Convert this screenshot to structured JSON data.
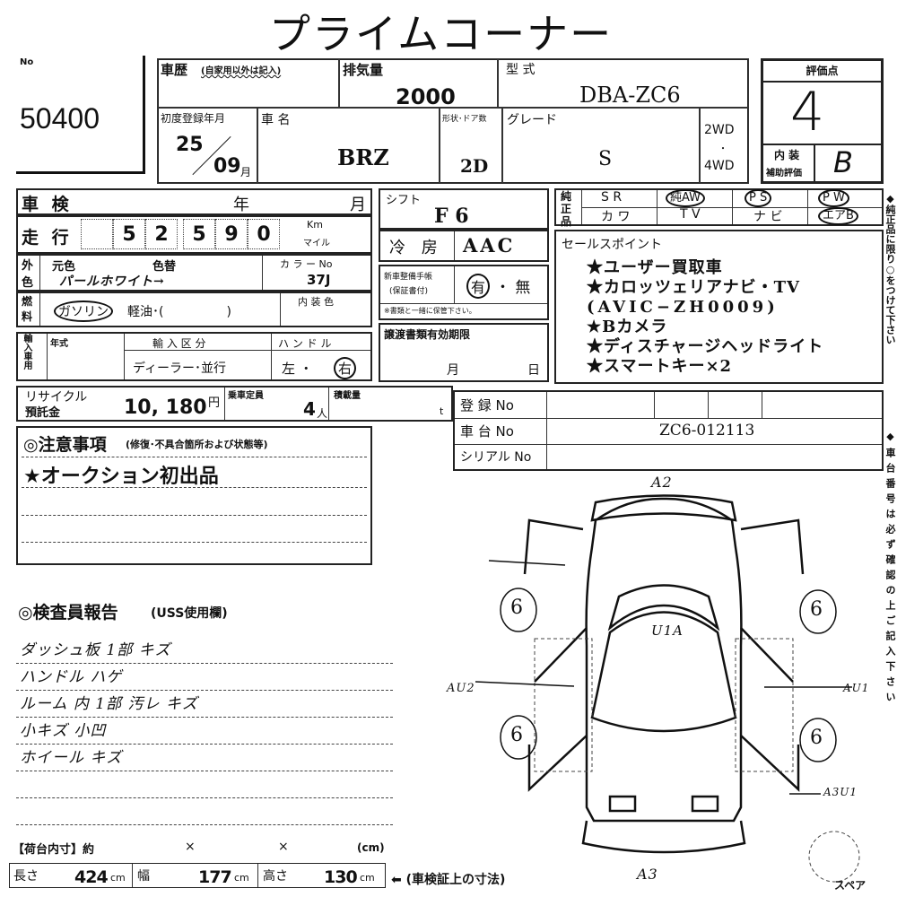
{
  "title": "プライムコーナー",
  "lot": {
    "no_label": "No",
    "number": "50400"
  },
  "top": {
    "history_label": "車歴",
    "history_note": "(自家用以外は記入)",
    "displacement_label": "排気量",
    "displacement": "2000",
    "model_code_label": "型 式",
    "model_code": "DBA-ZC6",
    "first_reg_label": "初度登録年月",
    "first_reg_year": "25",
    "first_reg_month": "09",
    "month_unit": "月",
    "car_name_label": "車 名",
    "car_name": "BRZ",
    "body_label": "形状･ドア数",
    "body": "2D",
    "grade_label": "グレード",
    "grade": "S",
    "drive_2wd": "2WD",
    "drive_dot": "・",
    "drive_4wd": "4WD"
  },
  "score": {
    "header": "評価点",
    "value": "4",
    "interior_label_1": "内 装",
    "interior_label_2": "補助評価",
    "interior": "B"
  },
  "left": {
    "shaken_label": "車 検",
    "year_unit": "年",
    "month_unit": "月",
    "mileage_label": "走 行",
    "mileage_digits": [
      "",
      "5",
      "2",
      "5",
      "9",
      "0"
    ],
    "km": "Km",
    "mile": "マイル",
    "color_side_1": "外",
    "color_side_2": "色",
    "orig_color_label": "元色",
    "repaint_label": "色替",
    "color": "パールホワイト→",
    "color_no_label": "カ ラ ー No",
    "color_no": "37J",
    "fuel_side_1": "燃",
    "fuel_side_2": "料",
    "fuel_gas": "ガソリン",
    "fuel_rest": "軽油･(　　　　　)",
    "interior_color_label": "内 装 色",
    "import_side": "輸入車用",
    "import_year_label": "年式",
    "import_type_label": "輸 入 区 分",
    "import_type": "ディーラー･並行",
    "handle_label": "ハ ン ド ル",
    "handle_left": "左 ・",
    "handle_right": "右",
    "recycle_label_1": "リサイクル",
    "recycle_label_2": "預託金",
    "recycle": "10, 180",
    "yen": "円",
    "capacity_label": "乗車定員",
    "capacity": "4",
    "capacity_unit": "人",
    "load_label": "積載量",
    "load_unit": "t"
  },
  "mid": {
    "shift_label": "シフト",
    "shift": "F 6",
    "ac_label": "冷 房",
    "ac": "AAC",
    "book_label_1": "新車整備手帳",
    "book_label_2": "(保証書付)",
    "book_yes": "有",
    "book_no": "・ 無",
    "book_note": "※書類と一緒に保管下さい。",
    "transfer_label": "譲渡書類有効期限",
    "transfer_month": "月",
    "transfer_day": "日"
  },
  "genuine": {
    "side": "純正品",
    "items": [
      {
        "label": "S R",
        "circled": false
      },
      {
        "label": "純AW",
        "circled": true
      },
      {
        "label": "P S",
        "circled": true
      },
      {
        "label": "P W",
        "circled": true
      },
      {
        "label": "カ ワ",
        "circled": false
      },
      {
        "label": "T V",
        "circled": false
      },
      {
        "label": "ナ ビ",
        "circled": false
      },
      {
        "label": "エアB",
        "circled": true
      }
    ]
  },
  "sales": {
    "label": "セールスポイント",
    "points": [
      "★ユーザー買取車",
      "★カロッツェリアナビ・TV",
      "(AVIC−ZH0009)",
      "★Bカメラ",
      "★ディスチャージヘッドライト",
      "★スマートキー×2"
    ]
  },
  "reg": {
    "reg_label": "登 録 No",
    "chassis_label": "車 台 No",
    "chassis": "ZC6-012113",
    "serial_label": "シリアル No"
  },
  "notes": {
    "label": "◎注意事項",
    "sub": "(修復･不具合箇所および状態等)",
    "line1": "★オークション初出品"
  },
  "inspector": {
    "label": "◎検査員報告",
    "sub": "(USS使用欄)",
    "lines": [
      "ダッシュ板 1部 キズ",
      "ハンドル ハゲ",
      "ルーム 内 1部 汚レ キズ",
      "小キズ 小凹",
      "ホイール キズ"
    ]
  },
  "cargo": {
    "label": "【荷台内寸】約",
    "x1": "×",
    "x2": "×",
    "unit": "(cm)"
  },
  "dims": {
    "length_label": "長さ",
    "length": "424",
    "width_label": "幅",
    "width": "177",
    "height_label": "高さ",
    "height": "130",
    "unit": "cm",
    "note": "⬅ (車検証上の寸法)"
  },
  "diagram": {
    "front": "A2",
    "rear": "A3",
    "roof": "U1A",
    "left_side": "AU2",
    "right_side": "AU1",
    "right_rear": "A3U1",
    "tire": "6",
    "spare": "スペア"
  },
  "side_notes": [
    "◆純正品に限り○をつけて下さい",
    "◆車台番号は必ず確認の上ご記入下さい"
  ]
}
